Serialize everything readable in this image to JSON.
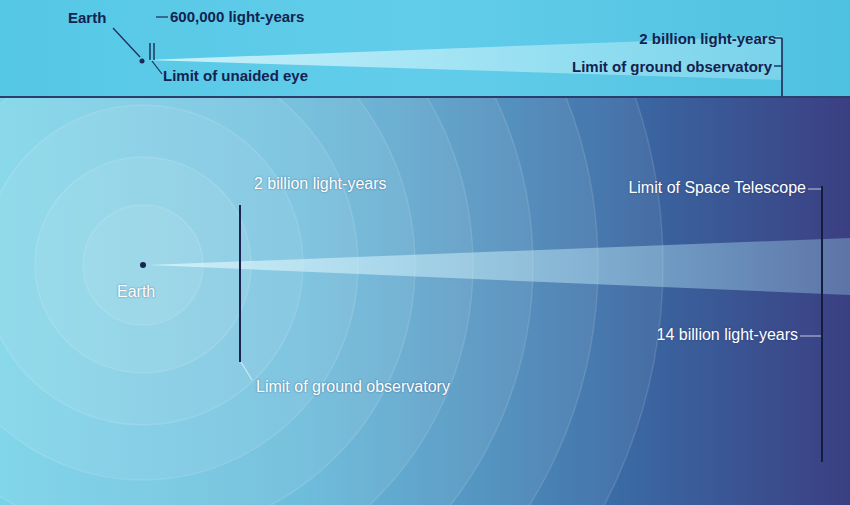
{
  "diagram": {
    "labels": [
      "Earth",
      "600,000 light-years",
      "Limit of unaided eye",
      "2 billion light-years",
      "Limit of ground observatory",
      "2 billion light-years",
      "Limit of Space Telescope",
      "Earth",
      "14 billion light-years",
      "Limit of ground observatory"
    ]
  }
}
